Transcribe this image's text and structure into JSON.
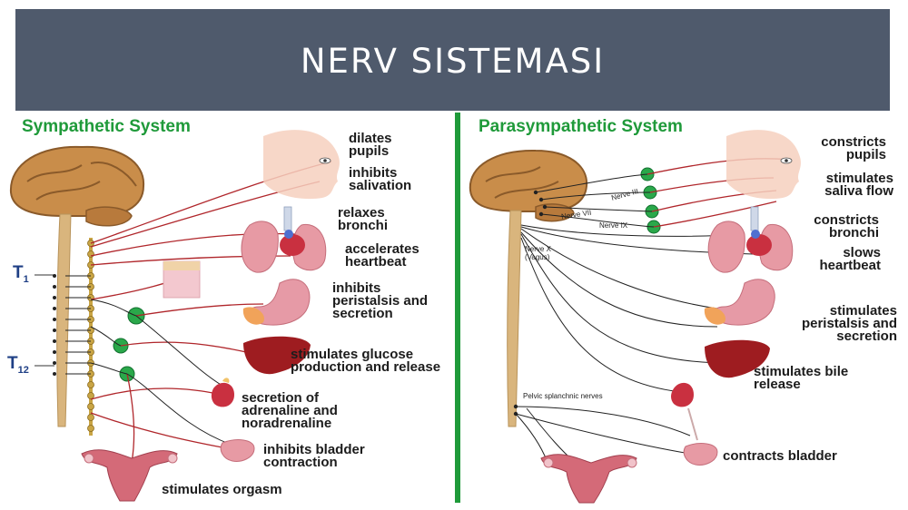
{
  "title": "NERV SISTEMASI",
  "sympathetic": {
    "heading": "Sympathetic System",
    "t1_label": "T",
    "t1_sub": "1",
    "t12_label": "T",
    "t12_sub": "12",
    "effects": [
      "dilates pupils",
      "inhibits salivation",
      "relaxes bronchi",
      "accelerates heartbeat",
      "inhibits peristalsis and secretion",
      "stimulates glucose production and release",
      "secretion of adrenaline and noradrenaline",
      "inhibits bladder contraction",
      "stimulates orgasm"
    ]
  },
  "parasympathetic": {
    "heading": "Parasympathetic System",
    "nerve_labels": {
      "nerve_iii": "Nerve III",
      "nerve_vii": "Nerve VII",
      "nerve_ix": "Nerve IX",
      "nerve_x": "Nerve X (Vagus)",
      "pelvic": "Pelvic splanchnic nerves"
    },
    "effects": [
      "constricts pupils",
      "stimulates saliva flow",
      "constricts bronchi",
      "slows heartbeat",
      "stimulates peristalsis and secretion",
      "stimulates bile release",
      "contracts bladder"
    ]
  },
  "colors": {
    "title_bar": "#4f5a6c",
    "accent_green": "#1f9a3a",
    "nerve_red": "#b0262b",
    "spine": "#d9b57d",
    "organ_pink": "#e79aa4",
    "liver": "#9e1c20"
  }
}
